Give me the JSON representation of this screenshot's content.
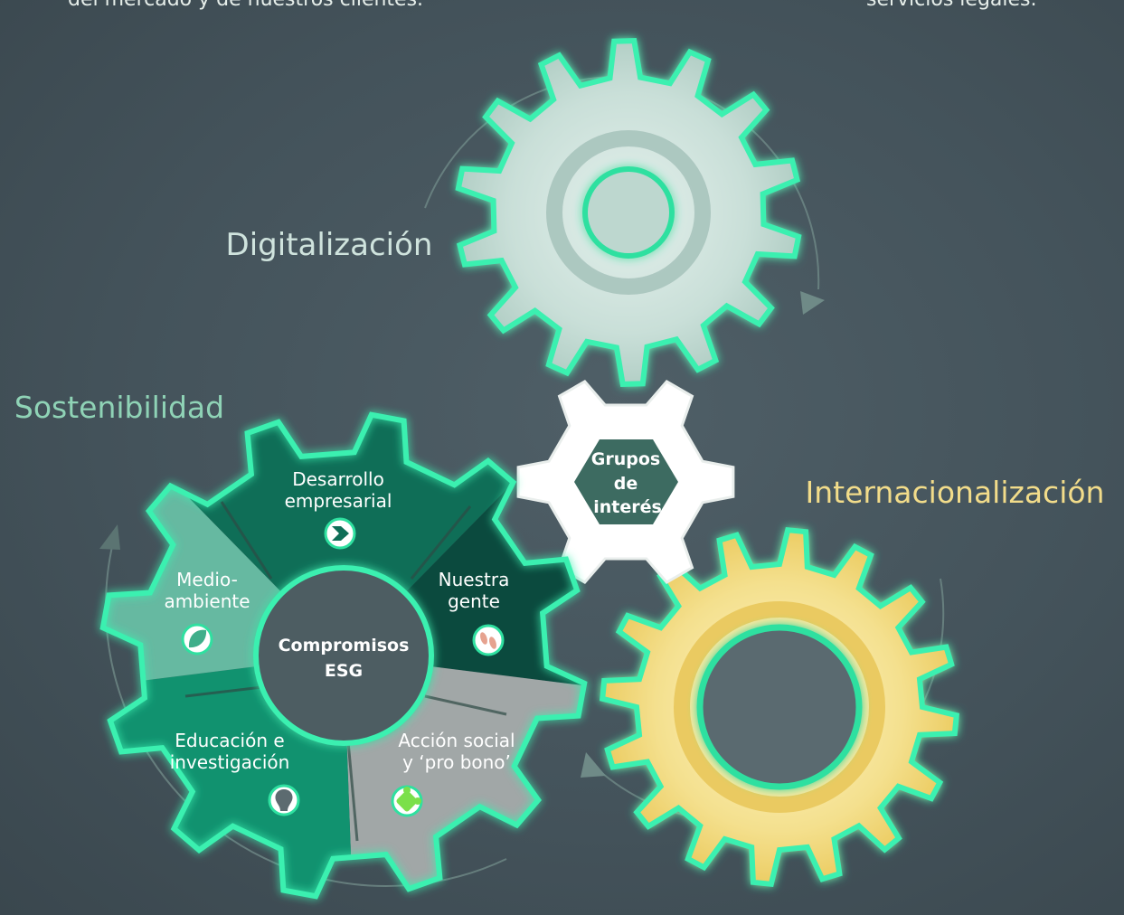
{
  "top_text": {
    "left": "del mercado y de nuestros clientes.",
    "right": "servicios legales."
  },
  "gears": {
    "digitalizacion": {
      "label": "Digitalización",
      "color": "#cfe3dd"
    },
    "sostenibilidad": {
      "label": "Sostenibilidad",
      "color": "#8fd3b6"
    },
    "internacionalizacion": {
      "label": "Internacionalización",
      "color": "#f2dc8a"
    },
    "grupos": {
      "label_lines": [
        "Grupos",
        "de",
        "interés"
      ]
    }
  },
  "esg": {
    "center_lines": [
      "Compromisos",
      "ESG"
    ],
    "segments": [
      {
        "id": "desarrollo",
        "lines": [
          "Desarrollo",
          "empresarial"
        ],
        "icon": "chevron-right-icon"
      },
      {
        "id": "nuestra-gente",
        "lines": [
          "Nuestra",
          "gente"
        ],
        "icon": "footprints-icon"
      },
      {
        "id": "accion-social",
        "lines": [
          "Acción social",
          "y ‘pro bono’"
        ],
        "icon": "puzzle-icon"
      },
      {
        "id": "educacion",
        "lines": [
          "Educación e",
          "investigación"
        ],
        "icon": "lightbulb-icon"
      },
      {
        "id": "medioambiente",
        "lines": [
          "Medio-",
          "ambiente"
        ],
        "icon": "leaf-icon"
      }
    ]
  },
  "colors": {
    "glow": "#3af0b0",
    "accent_green": "#2fe0a0",
    "yellow_label": "#f0d98a",
    "mint_label": "#8fd3b6"
  }
}
